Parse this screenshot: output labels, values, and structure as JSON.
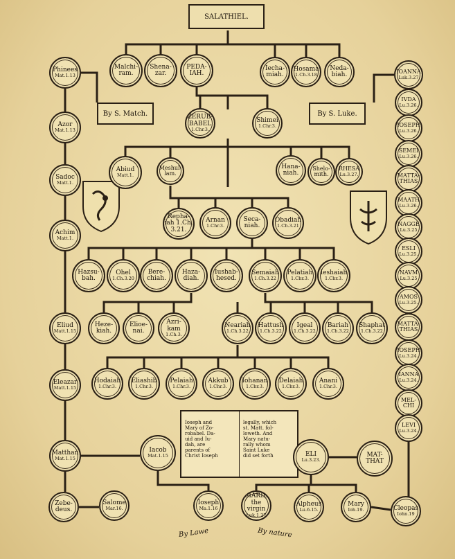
{
  "header": {
    "title": "SALATHIEL."
  },
  "banners": {
    "left": "By S. Match.",
    "right": "By S. Luke."
  },
  "ribbons": {
    "law": "By Lawe",
    "nature": "By nature"
  },
  "book": {
    "left_page": "Ioseph and\nMary of Zo-\nrobabel. Da-\nuid and Iu-\ndah, are\nparents of\nChrist Ioseph",
    "right_page": "legally, which\nst. Matt. fol-\nloweth. And\nMary natu-\nrally whom\nSaint Luke\ndid set forth"
  },
  "nodes": [
    {
      "id": "phineas",
      "name": "Phinees",
      "ref": "Mat.1.13"
    },
    {
      "id": "malchiram",
      "name": "Malchi-\nram.",
      "ref": ""
    },
    {
      "id": "shenazar",
      "name": "Shena-\nzar.",
      "ref": ""
    },
    {
      "id": "pedaiah",
      "name": "PEDA-\nIAH.",
      "ref": ""
    },
    {
      "id": "iechamiah",
      "name": "Iecha-\nmiah.",
      "ref": ""
    },
    {
      "id": "hoshama",
      "name": "Hosama",
      "ref": "1.Ch.3.18"
    },
    {
      "id": "nedabiah",
      "name": "Neda-\nbiah.",
      "ref": ""
    },
    {
      "id": "joanna",
      "name": "IOANNA",
      "ref": "Luk.3.27"
    },
    {
      "id": "azor",
      "name": "Azor",
      "ref": "Mat.1.13"
    },
    {
      "id": "zerubbabel",
      "name": "ZERUB-\nBABEL",
      "ref": "1.Chr.3."
    },
    {
      "id": "shimei",
      "name": "Shimei",
      "ref": "1.Chr.3."
    },
    {
      "id": "iuda",
      "name": "IVDA",
      "ref": "Lu.3.26."
    },
    {
      "id": "ioseph_r1",
      "name": "IOSEPH",
      "ref": "Lu.3.26."
    },
    {
      "id": "sadoc",
      "name": "Sadoc",
      "ref": "Matt.1."
    },
    {
      "id": "abiud",
      "name": "Abiud",
      "ref": "Matt.1."
    },
    {
      "id": "meshullam",
      "name": "Meshul-\nlam.",
      "ref": ""
    },
    {
      "id": "hananiah",
      "name": "Hana-\nniah.",
      "ref": ""
    },
    {
      "id": "shelomith",
      "name": "Shelo-\nmith.",
      "ref": ""
    },
    {
      "id": "rhesa",
      "name": "RHESA",
      "ref": "Lu.3.27."
    },
    {
      "id": "semei",
      "name": "SEMEI",
      "ref": "Lu.3.26."
    },
    {
      "id": "mattathias1",
      "name": "MATTA-\nTHIAS",
      "ref": ""
    },
    {
      "id": "achim",
      "name": "Achim",
      "ref": "Matt.1."
    },
    {
      "id": "rephaiah",
      "name": "Repha-\niah 1.Ch.\n3.21.",
      "ref": ""
    },
    {
      "id": "arnan",
      "name": "Arnan",
      "ref": "1.Chr.3."
    },
    {
      "id": "shecaniah",
      "name": "Seca-\nniah.",
      "ref": ""
    },
    {
      "id": "obadiah",
      "name": "Obadiah",
      "ref": "1.Ch.3.21"
    },
    {
      "id": "maath",
      "name": "MAATH",
      "ref": "Lu.3.26."
    },
    {
      "id": "nagge",
      "name": "NAGGE",
      "ref": "Lu.3.25"
    },
    {
      "id": "hashubah",
      "name": "Hazsu-\nbah.",
      "ref": ""
    },
    {
      "id": "ohel",
      "name": "Ohel",
      "ref": "1.Ch.3.20"
    },
    {
      "id": "berechiah",
      "name": "Bere-\nchiah.",
      "ref": ""
    },
    {
      "id": "hasadiah",
      "name": "Haza-\ndiah.",
      "ref": ""
    },
    {
      "id": "jushabhesed",
      "name": "Iushab-\nhesed.",
      "ref": ""
    },
    {
      "id": "shemaiah",
      "name": "Semaiah",
      "ref": "1.Ch.3.22"
    },
    {
      "id": "pelatiah1",
      "name": "Pelatiah",
      "ref": "1.Chr.3."
    },
    {
      "id": "jeshaiah",
      "name": "Ieshaiah",
      "ref": "1.Chr.3."
    },
    {
      "id": "esli",
      "name": "ESLI",
      "ref": "Lu.3.25."
    },
    {
      "id": "naum",
      "name": "NAVM",
      "ref": "Lu.3.25"
    },
    {
      "id": "amos",
      "name": "AMOS",
      "ref": "Lu.3.25."
    },
    {
      "id": "eliud",
      "name": "Eliud",
      "ref": "Matt.1.15"
    },
    {
      "id": "hezekiah",
      "name": "Heze-\nkiah.",
      "ref": ""
    },
    {
      "id": "elioenai",
      "name": "Elioe-\nnai.",
      "ref": ""
    },
    {
      "id": "azrikam",
      "name": "Azri-\nkam",
      "ref": "1.Ch.3."
    },
    {
      "id": "neariah",
      "name": "Neariah",
      "ref": "1.Ch.3.22"
    },
    {
      "id": "hattush",
      "name": "Hattush",
      "ref": "1.Ch.3.22"
    },
    {
      "id": "igeal",
      "name": "Igeal",
      "ref": "1.Ch.3.22"
    },
    {
      "id": "bariah",
      "name": "Bariah",
      "ref": "1.Ch.3.22"
    },
    {
      "id": "shaphat",
      "name": "Shaphat",
      "ref": "1.Ch.3.22"
    },
    {
      "id": "mattathias2",
      "name": "MATTA-\nTHIAS",
      "ref": ""
    },
    {
      "id": "ioseph_r2",
      "name": "IOSEPH",
      "ref": "Lu.3.24."
    },
    {
      "id": "eleazar",
      "name": "Eleazar",
      "ref": "Matt.1.15"
    },
    {
      "id": "hodaviah",
      "name": "Hodaiah",
      "ref": "1.Chr.3."
    },
    {
      "id": "eliashib",
      "name": "Eliashib",
      "ref": "1.Chr.3."
    },
    {
      "id": "pelaiah",
      "name": "Pelaiah",
      "ref": "1.Chr.3."
    },
    {
      "id": "akkub",
      "name": "Akkub",
      "ref": "1.Chr.3."
    },
    {
      "id": "johanan",
      "name": "Iohanan",
      "ref": "1.Chr.3."
    },
    {
      "id": "delaiah",
      "name": "Delaiah",
      "ref": "1.Chr.3."
    },
    {
      "id": "anani",
      "name": "Anani",
      "ref": "1.Chr.3."
    },
    {
      "id": "ianna",
      "name": "IANNA",
      "ref": "Lu.3.24."
    },
    {
      "id": "melchi",
      "name": "MEL-\nCHI",
      "ref": ""
    },
    {
      "id": "levi",
      "name": "LEVI",
      "ref": "Lu.3.24."
    },
    {
      "id": "matthan",
      "name": "Matthan",
      "ref": "Mat.1.15"
    },
    {
      "id": "iacob",
      "name": "Iacob",
      "ref": "Mat.1.15"
    },
    {
      "id": "eli",
      "name": "ELI",
      "ref": "Lu.3.23."
    },
    {
      "id": "matthat",
      "name": "MAT-\nTHAT",
      "ref": ""
    },
    {
      "id": "zebedeus",
      "name": "Zebe-\ndeus.",
      "ref": ""
    },
    {
      "id": "salome",
      "name": "Salome",
      "ref": "Mar.16."
    },
    {
      "id": "joseph",
      "name": "Ioseph",
      "ref": "Ma.1.16"
    },
    {
      "id": "mary_virgin",
      "name": "MARIE\nthe virgin",
      "ref": "Luk.1.27"
    },
    {
      "id": "alpheus",
      "name": "Alpheus",
      "ref": "Lu.6.15."
    },
    {
      "id": "mary",
      "name": "Mary",
      "ref": "Ioh.19."
    },
    {
      "id": "cleopas",
      "name": "Cleopas",
      "ref": "Iohn.19"
    }
  ]
}
